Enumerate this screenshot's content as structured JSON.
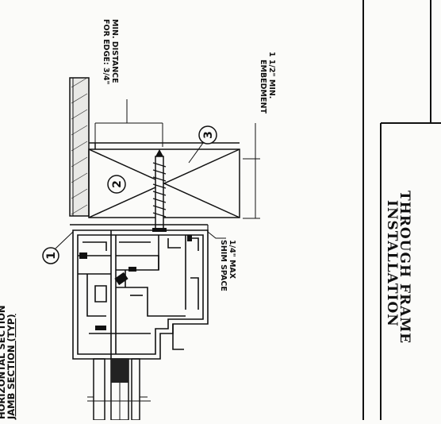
{
  "title_block": {
    "line1": "THROUGH FRAME",
    "line2": "INSTALLATION"
  },
  "drawing": {
    "section_title_line1": "JAMB SECTION (TYP)",
    "section_title_line2": "HORIZONTAL SECTION",
    "note_min_distance_line1": "MIN. DISTANCE",
    "note_min_distance_line2": "FOR EDGE: 3/4\"",
    "note_embedment_line1": "1 1/2\" MIN.",
    "note_embedment_line2": "EMBEDMENT",
    "note_shim_line1": "1/4\" MAX",
    "note_shim_line2": "SHIM SPACE",
    "callouts": [
      "1",
      "2",
      "3"
    ]
  }
}
